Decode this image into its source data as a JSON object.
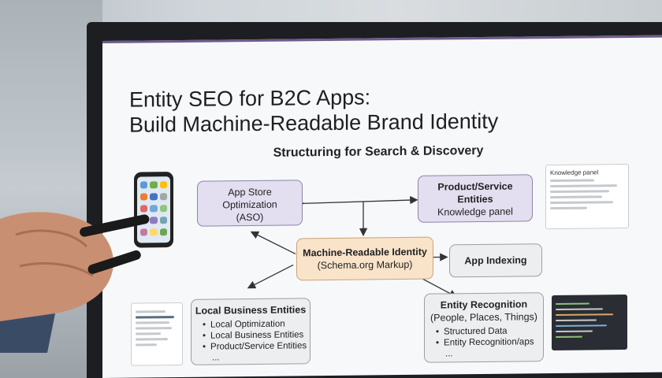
{
  "slide": {
    "title_line1": "Entity SEO for B2C Apps:",
    "title_line2": "Build Machine-Readable Brand Identity",
    "subtitle": "Structuring for Search & Discovery",
    "aso": {
      "line1": "App Store",
      "line2": "Optimization",
      "line3": "(ASO)"
    },
    "product": {
      "line1": "Product/Service",
      "line2": "Entities",
      "line3": "Knowledge panel"
    },
    "identity": {
      "line1": "Machine-Readable Identity",
      "line2": "(Schema.org Markup)"
    },
    "indexing": {
      "label": "App Indexing"
    },
    "local": {
      "heading": "Local Business Entities",
      "items": [
        "Local Optimization",
        "Local Business Entities",
        "Product/Service Entities",
        "..."
      ]
    },
    "recognition": {
      "heading": "Entity Recognition",
      "sub": "(People, Places, Things)",
      "items": [
        "Structured Data",
        "Entity Recognition/aps",
        "..."
      ]
    },
    "knowledge_card": {
      "label": "Knowledge panel"
    }
  },
  "colors": {
    "purple_box": "#e3def0",
    "peach_box": "#f9e3c9",
    "grey_box": "#eceef0",
    "screen_accent": "#6e5a8c"
  }
}
